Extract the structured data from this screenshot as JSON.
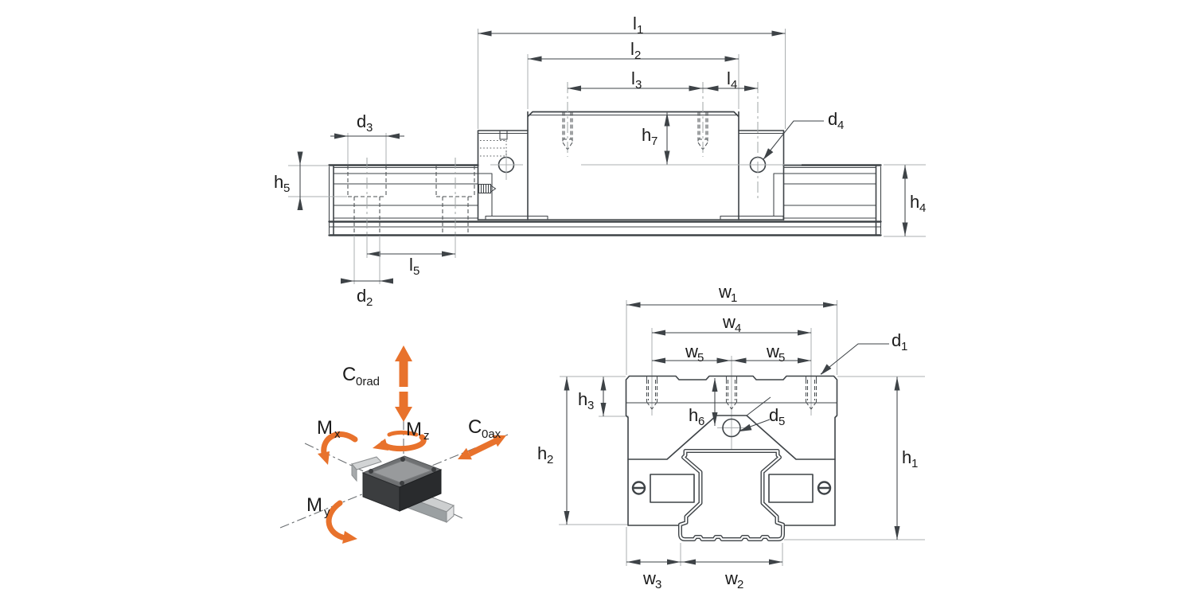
{
  "meta": {
    "description": "Technical dimension drawing of a profiled-rail linear guide runner block: side view, front cross-section view and load/moment capacity diagram"
  },
  "colors": {
    "accent": "#E8722C",
    "line": "#3E4347",
    "reference": "#ABAFB1",
    "text": "#1B1B1B",
    "background": "#FFFFFF"
  },
  "side_view": {
    "labels": {
      "l1": {
        "main": "l",
        "sub": "1"
      },
      "l2": {
        "main": "l",
        "sub": "2"
      },
      "l3": {
        "main": "l",
        "sub": "3"
      },
      "l4": {
        "main": "l",
        "sub": "4"
      },
      "l5": {
        "main": "l",
        "sub": "5"
      },
      "d2": {
        "main": "d",
        "sub": "2"
      },
      "d3": {
        "main": "d",
        "sub": "3"
      },
      "d4": {
        "main": "d",
        "sub": "4"
      },
      "h4": {
        "main": "h",
        "sub": "4"
      },
      "h5": {
        "main": "h",
        "sub": "5"
      },
      "h7": {
        "main": "h",
        "sub": "7"
      }
    }
  },
  "cross_section": {
    "labels": {
      "w1": {
        "main": "w",
        "sub": "1"
      },
      "w2": {
        "main": "w",
        "sub": "2"
      },
      "w3": {
        "main": "w",
        "sub": "3"
      },
      "w4": {
        "main": "w",
        "sub": "4"
      },
      "w5_left": {
        "main": "w",
        "sub": "5"
      },
      "w5_right": {
        "main": "w",
        "sub": "5"
      },
      "d1": {
        "main": "d",
        "sub": "1"
      },
      "d5": {
        "main": "d",
        "sub": "5"
      },
      "h1": {
        "main": "h",
        "sub": "1"
      },
      "h2": {
        "main": "h",
        "sub": "2"
      },
      "h3": {
        "main": "h",
        "sub": "3"
      },
      "h6": {
        "main": "h",
        "sub": "6"
      }
    }
  },
  "load_diagram": {
    "labels": {
      "c0rad": {
        "main": "C",
        "sub": "0rad"
      },
      "c0ax": {
        "main": "C",
        "sub": "0ax"
      },
      "mx": {
        "main": "M",
        "sub": "x"
      },
      "my": {
        "main": "M",
        "sub": "y"
      },
      "mz": {
        "main": "M",
        "sub": "z"
      }
    }
  }
}
